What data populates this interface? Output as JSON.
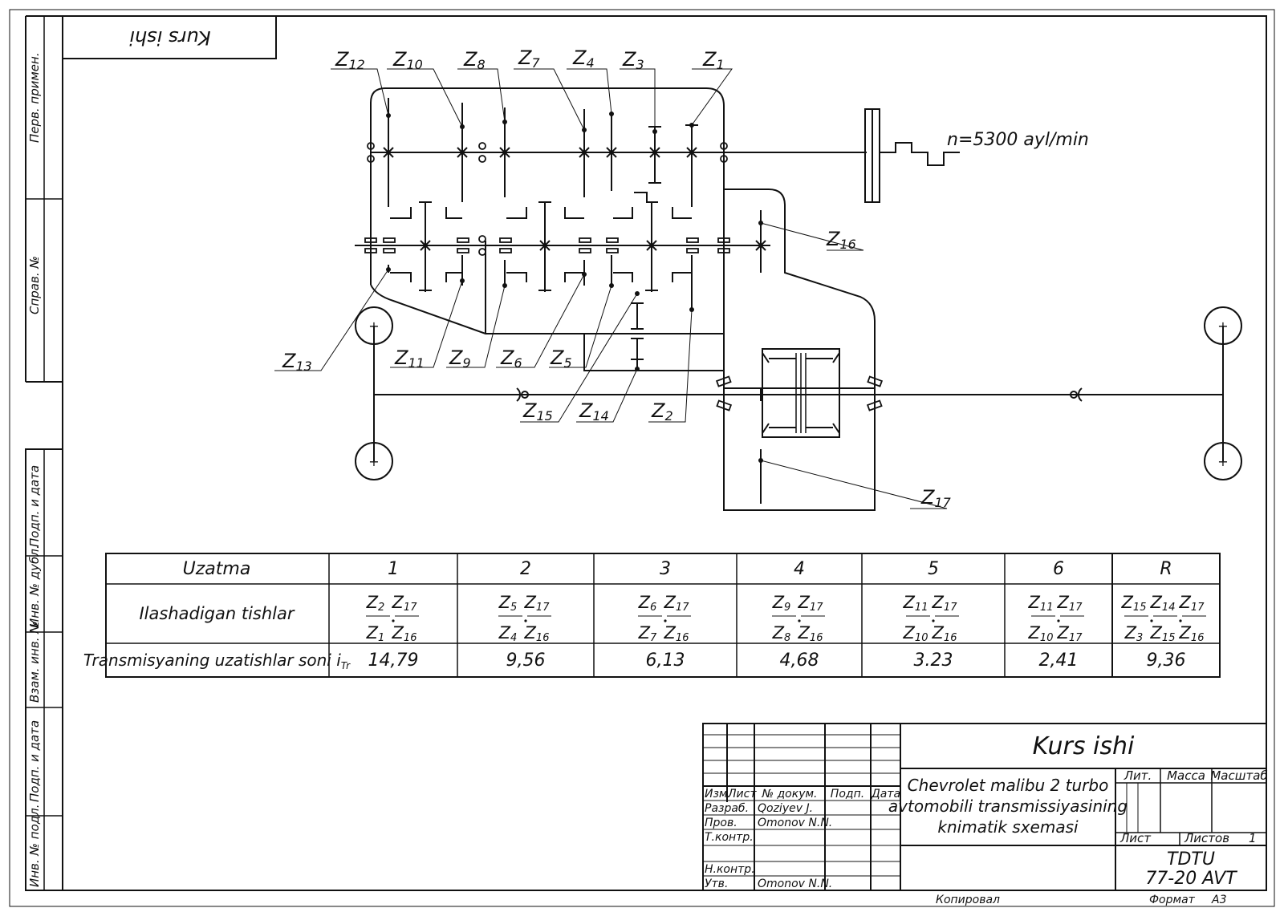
{
  "frame": {
    "corner_title": "Kurs ishi",
    "side_labels": [
      "Перв. примен.",
      "Справ. №",
      "Подп. и дата",
      "Инв. № дубл.",
      "Взам. инв. №",
      "Подп. и дата",
      "Инв. № подл."
    ]
  },
  "diagram": {
    "speed_label": "n=5300 ayl/min",
    "gears": {
      "z1": "Z",
      "z1_sub": "1",
      "z2": "Z",
      "z2_sub": "2",
      "z3": "Z",
      "z3_sub": "3",
      "z4": "Z",
      "z4_sub": "4",
      "z5": "Z",
      "z5_sub": "5",
      "z6": "Z",
      "z6_sub": "6",
      "z7": "Z",
      "z7_sub": "7",
      "z8": "Z",
      "z8_sub": "8",
      "z9": "Z",
      "z9_sub": "9",
      "z10": "Z",
      "z10_sub": "10",
      "z11": "Z",
      "z11_sub": "11",
      "z12": "Z",
      "z12_sub": "12",
      "z13": "Z",
      "z13_sub": "13",
      "z14": "Z",
      "z14_sub": "14",
      "z15": "Z",
      "z15_sub": "15",
      "z16": "Z",
      "z16_sub": "16",
      "z17": "Z",
      "z17_sub": "17"
    },
    "wheel_symbol": "+"
  },
  "ratio_table": {
    "header_label": "Uzatma",
    "gears": [
      "1",
      "2",
      "3",
      "4",
      "5",
      "6",
      "R"
    ],
    "row_teeth_label": "Ilashadigan tishlar",
    "row_ratio_label": "Transmisyaning uzatishlar soni i",
    "row_ratio_sub": "Tr",
    "teeth": [
      {
        "num": [
          [
            "Z",
            "2"
          ],
          [
            "Z",
            "17"
          ]
        ],
        "den": [
          [
            "Z",
            "1"
          ],
          [
            "Z",
            "16"
          ]
        ]
      },
      {
        "num": [
          [
            "Z",
            "5"
          ],
          [
            "Z",
            "17"
          ]
        ],
        "den": [
          [
            "Z",
            "4"
          ],
          [
            "Z",
            "16"
          ]
        ]
      },
      {
        "num": [
          [
            "Z",
            "6"
          ],
          [
            "Z",
            "17"
          ]
        ],
        "den": [
          [
            "Z",
            "7"
          ],
          [
            "Z",
            "16"
          ]
        ]
      },
      {
        "num": [
          [
            "Z",
            "9"
          ],
          [
            "Z",
            "17"
          ]
        ],
        "den": [
          [
            "Z",
            "8"
          ],
          [
            "Z",
            "16"
          ]
        ]
      },
      {
        "num": [
          [
            "Z",
            "11"
          ],
          [
            "Z",
            "17"
          ]
        ],
        "den": [
          [
            "Z",
            "10"
          ],
          [
            "Z",
            "16"
          ]
        ]
      },
      {
        "num": [
          [
            "Z",
            "11"
          ],
          [
            "Z",
            "17"
          ]
        ],
        "den": [
          [
            "Z",
            "10"
          ],
          [
            "Z",
            "17"
          ]
        ]
      },
      {
        "num": [
          [
            "Z",
            "15"
          ],
          [
            "Z",
            "14"
          ],
          [
            "Z",
            "17"
          ]
        ],
        "den": [
          [
            "Z",
            "3"
          ],
          [
            "Z",
            "15"
          ],
          [
            "Z",
            "16"
          ]
        ]
      }
    ],
    "ratios": [
      "14,79",
      "9,56",
      "6,13",
      "4,68",
      "3.23",
      "2,41",
      "9,36"
    ]
  },
  "title_block": {
    "title": "Kurs ishi",
    "description_line1": "Chevrolet malibu 2 turbo",
    "description_line2": "avtomobili transmissiyasining",
    "description_line3": "knimatik sxemasi",
    "col_izm": "Изм.",
    "col_list": "Лист",
    "col_docnum": "№ докум.",
    "col_podp": "Подп.",
    "col_data": "Дата",
    "row_razrab": "Разраб.",
    "razrab_name": "Qoziyev J.",
    "row_prov": "Пров.",
    "prov_name": "Omonov N.N.",
    "row_tkontr": "Т.контр.",
    "row_nkontr": "Н.контр.",
    "row_utv": "Утв.",
    "utv_name": "Omonov N.N.",
    "lit_label": "Лит.",
    "massa_label": "Масса",
    "masshtab_label": "Масштаб",
    "list_label": "Лист",
    "listov_label": "Листов",
    "listov_value": "1",
    "org_line1": "TDTU",
    "org_line2": "77-20 AVT",
    "kopiroval": "Копировал",
    "format_label": "Формат",
    "format_value": "A3"
  }
}
